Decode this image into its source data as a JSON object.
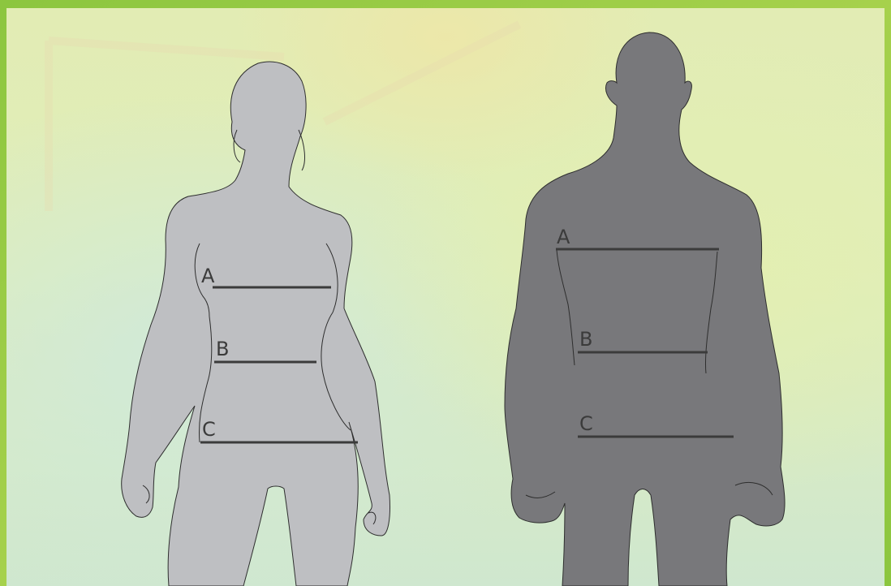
{
  "colors": {
    "frame": "#9fd04a",
    "female_silhouette": "#bebfc2",
    "male_silhouette": "#78787b",
    "outline": "#2e2e2e",
    "measure_line": "#3b3b3b",
    "label_text": "#3b3b3b"
  },
  "female": {
    "marks": [
      {
        "key": "A",
        "label": "A"
      },
      {
        "key": "B",
        "label": "B"
      },
      {
        "key": "C",
        "label": "C"
      }
    ]
  },
  "male": {
    "marks": [
      {
        "key": "A",
        "label": "A"
      },
      {
        "key": "B",
        "label": "B"
      },
      {
        "key": "C",
        "label": "C"
      }
    ]
  }
}
